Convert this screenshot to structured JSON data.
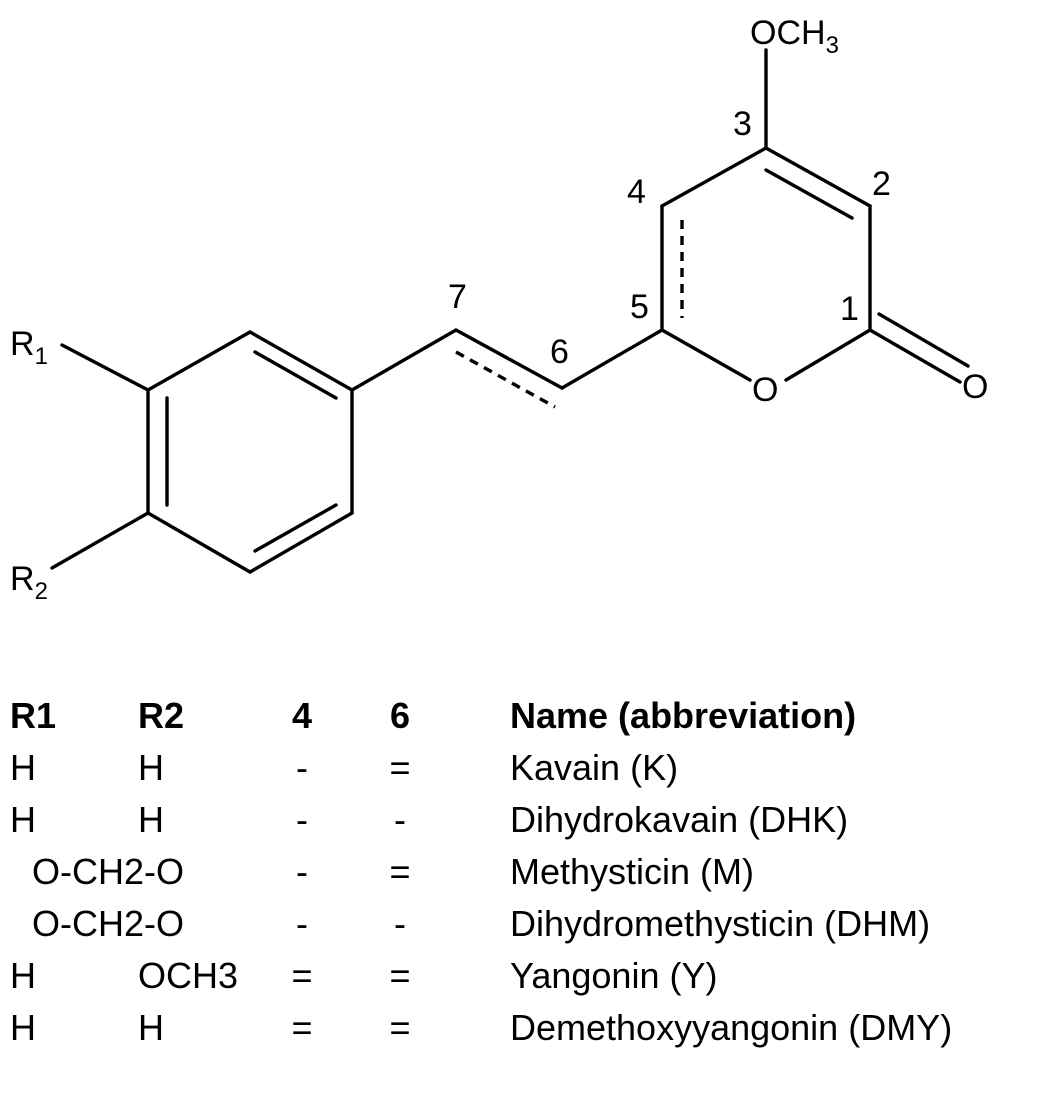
{
  "structure": {
    "substituent_top": {
      "main": "OCH",
      "sub": "3"
    },
    "r1": {
      "main": "R",
      "sub": "1"
    },
    "r2": {
      "main": "R",
      "sub": "2"
    },
    "ring_oxygen": "O",
    "carbonyl_oxygen": "O",
    "positions": [
      "1",
      "2",
      "3",
      "4",
      "5",
      "6",
      "7"
    ]
  },
  "table": {
    "headers": {
      "r1": "R1",
      "r2": "R2",
      "p4": "4",
      "p6": "6",
      "name": "Name (abbreviation)"
    },
    "rows": [
      {
        "r1": "H",
        "r2": "H",
        "p4": "-",
        "p6": "=",
        "name": "Kavain (K)"
      },
      {
        "r1": "H",
        "r2": "H",
        "p4": "-",
        "p6": "-",
        "name": "Dihydrokavain (DHK)"
      },
      {
        "r1r2": "O-CH2-O",
        "p4": "-",
        "p6": "=",
        "name": "Methysticin (M)"
      },
      {
        "r1r2": "O-CH2-O",
        "p4": "-",
        "p6": "-",
        "name": "Dihydromethysticin (DHM)"
      },
      {
        "r1": "H",
        "r2": "OCH3",
        "p4": "=",
        "p6": "=",
        "name": "Yangonin (Y)"
      },
      {
        "r1": "H",
        "r2": "H",
        "p4": "=",
        "p6": "=",
        "name": "Demethoxyyangonin (DMY)"
      }
    ]
  }
}
